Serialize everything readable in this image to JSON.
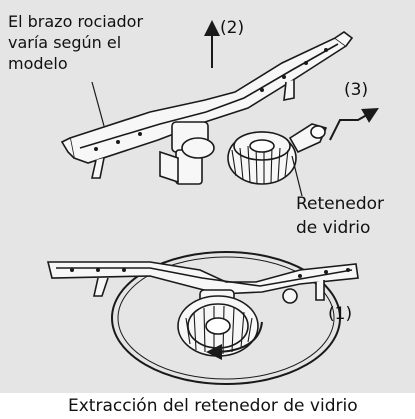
{
  "labels": {
    "note": "El brazo rociador\nvaría según el\nmodelo",
    "step2": "(2)",
    "step3": "(3)",
    "retainer": "Retenedor\nde vidrio",
    "step1": "(1)"
  },
  "caption": "Extracción del retenedor de vidrio",
  "colors": {
    "panel": "#e5e5e5",
    "part_fill": "#f7f7f7",
    "line": "#1a1a1a"
  }
}
